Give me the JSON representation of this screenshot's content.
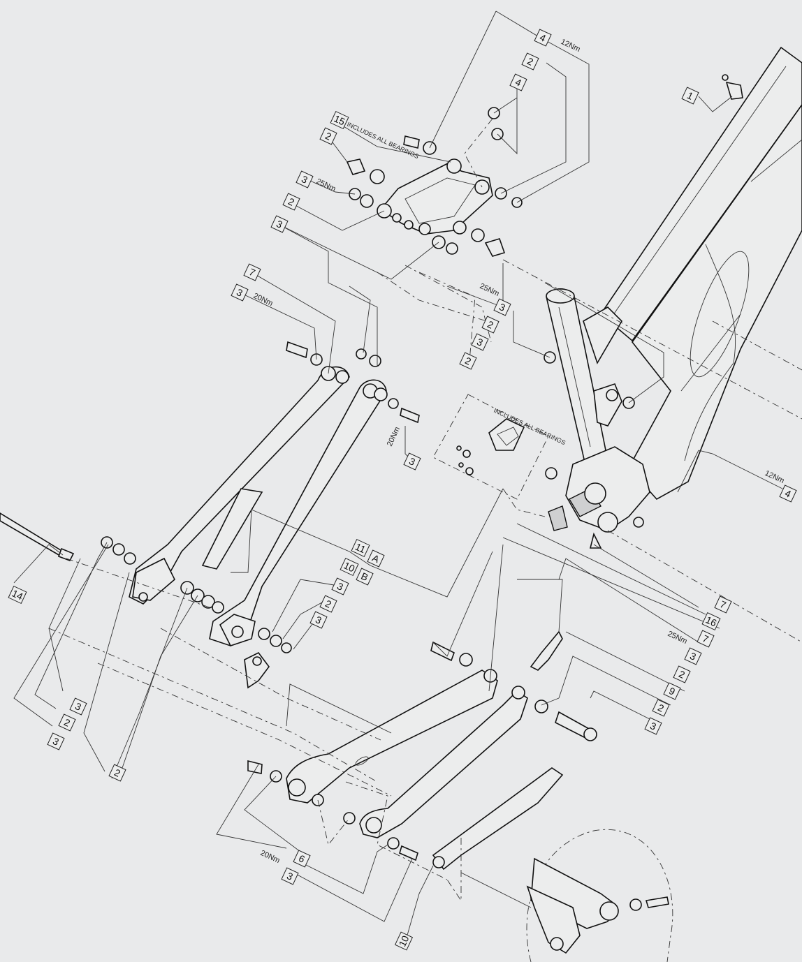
{
  "diagram": {
    "background": "#e9eaeb",
    "line_color": "#222222",
    "callouts": [
      {
        "id": "c-4a",
        "text": "4"
      },
      {
        "id": "c-12nm-a",
        "text": "12Nm"
      },
      {
        "id": "c-2a",
        "text": "2"
      },
      {
        "id": "c-4b",
        "text": "4"
      },
      {
        "id": "c-1",
        "text": "1"
      },
      {
        "id": "c-15",
        "text": "15"
      },
      {
        "id": "c-incl-a",
        "text": "INCLUDES ALL BEARINGS"
      },
      {
        "id": "c-2b",
        "text": "2"
      },
      {
        "id": "c-3a",
        "text": "3"
      },
      {
        "id": "c-25nm-a",
        "text": "25Nm"
      },
      {
        "id": "c-2c",
        "text": "2"
      },
      {
        "id": "c-3b",
        "text": "3"
      },
      {
        "id": "c-7a",
        "text": "7"
      },
      {
        "id": "c-3c",
        "text": "3"
      },
      {
        "id": "c-20nm-a",
        "text": "20Nm"
      },
      {
        "id": "c-25nm-b",
        "text": "25Nm"
      },
      {
        "id": "c-3d",
        "text": "3"
      },
      {
        "id": "c-2d",
        "text": "2"
      },
      {
        "id": "c-3e",
        "text": "3"
      },
      {
        "id": "c-2e",
        "text": "2"
      },
      {
        "id": "c-20nm-b",
        "text": "20Nm"
      },
      {
        "id": "c-3f",
        "text": "3"
      },
      {
        "id": "c-incl-b",
        "text": "INCLUDES ALL BEARINGS"
      },
      {
        "id": "c-12nm-b",
        "text": "12Nm"
      },
      {
        "id": "c-4c",
        "text": "4"
      },
      {
        "id": "c-14",
        "text": "14"
      },
      {
        "id": "c-11",
        "text": "11"
      },
      {
        "id": "c-A",
        "text": "A"
      },
      {
        "id": "c-10a",
        "text": "10"
      },
      {
        "id": "c-B",
        "text": "B"
      },
      {
        "id": "c-3g",
        "text": "3"
      },
      {
        "id": "c-2f",
        "text": "2"
      },
      {
        "id": "c-3h",
        "text": "3"
      },
      {
        "id": "c-7b",
        "text": "7"
      },
      {
        "id": "c-16",
        "text": "16"
      },
      {
        "id": "c-25nm-c",
        "text": "25Nm"
      },
      {
        "id": "c-7c",
        "text": "7"
      },
      {
        "id": "c-3i",
        "text": "3"
      },
      {
        "id": "c-2g",
        "text": "2"
      },
      {
        "id": "c-9",
        "text": "9"
      },
      {
        "id": "c-2h",
        "text": "2"
      },
      {
        "id": "c-3j",
        "text": "3"
      },
      {
        "id": "c-3k",
        "text": "3"
      },
      {
        "id": "c-2i",
        "text": "2"
      },
      {
        "id": "c-3l",
        "text": "3"
      },
      {
        "id": "c-2j",
        "text": "2"
      },
      {
        "id": "c-6",
        "text": "6"
      },
      {
        "id": "c-20nm-c",
        "text": "20Nm"
      },
      {
        "id": "c-3m",
        "text": "3"
      },
      {
        "id": "c-10b",
        "text": "10"
      }
    ]
  }
}
